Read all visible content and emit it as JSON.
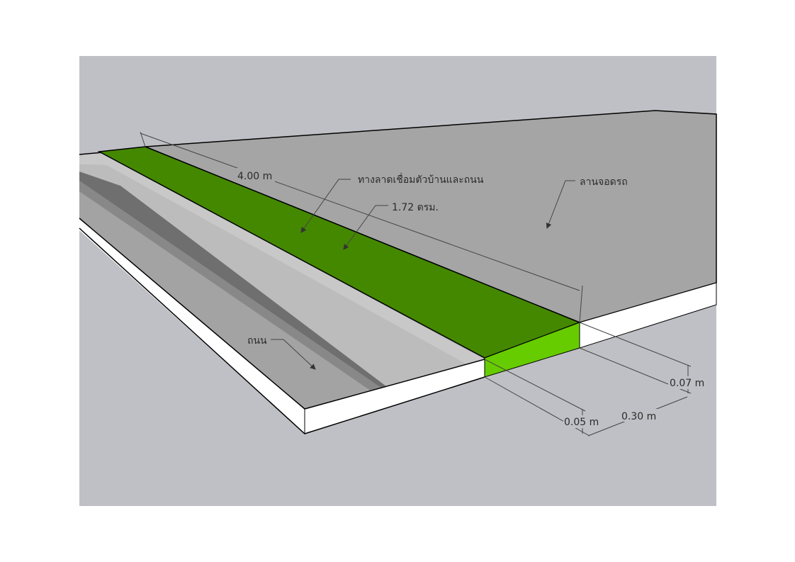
{
  "labels": {
    "length": "4.00 m",
    "ramp": "ทางลาดเชื่อมตัวบ้านและถนน",
    "ramp_area": "1.72 ตรม.",
    "parking": "ลานจอดรถ",
    "road": "ถนน",
    "height_07": "0.07 m",
    "height_05": "0.05 m",
    "width_30": "0.30 m"
  },
  "colors": {
    "background": "#bfc0c5",
    "ramp_top": "#448800",
    "ramp_face": "#66cc00",
    "slab_side": "#ffffff"
  }
}
